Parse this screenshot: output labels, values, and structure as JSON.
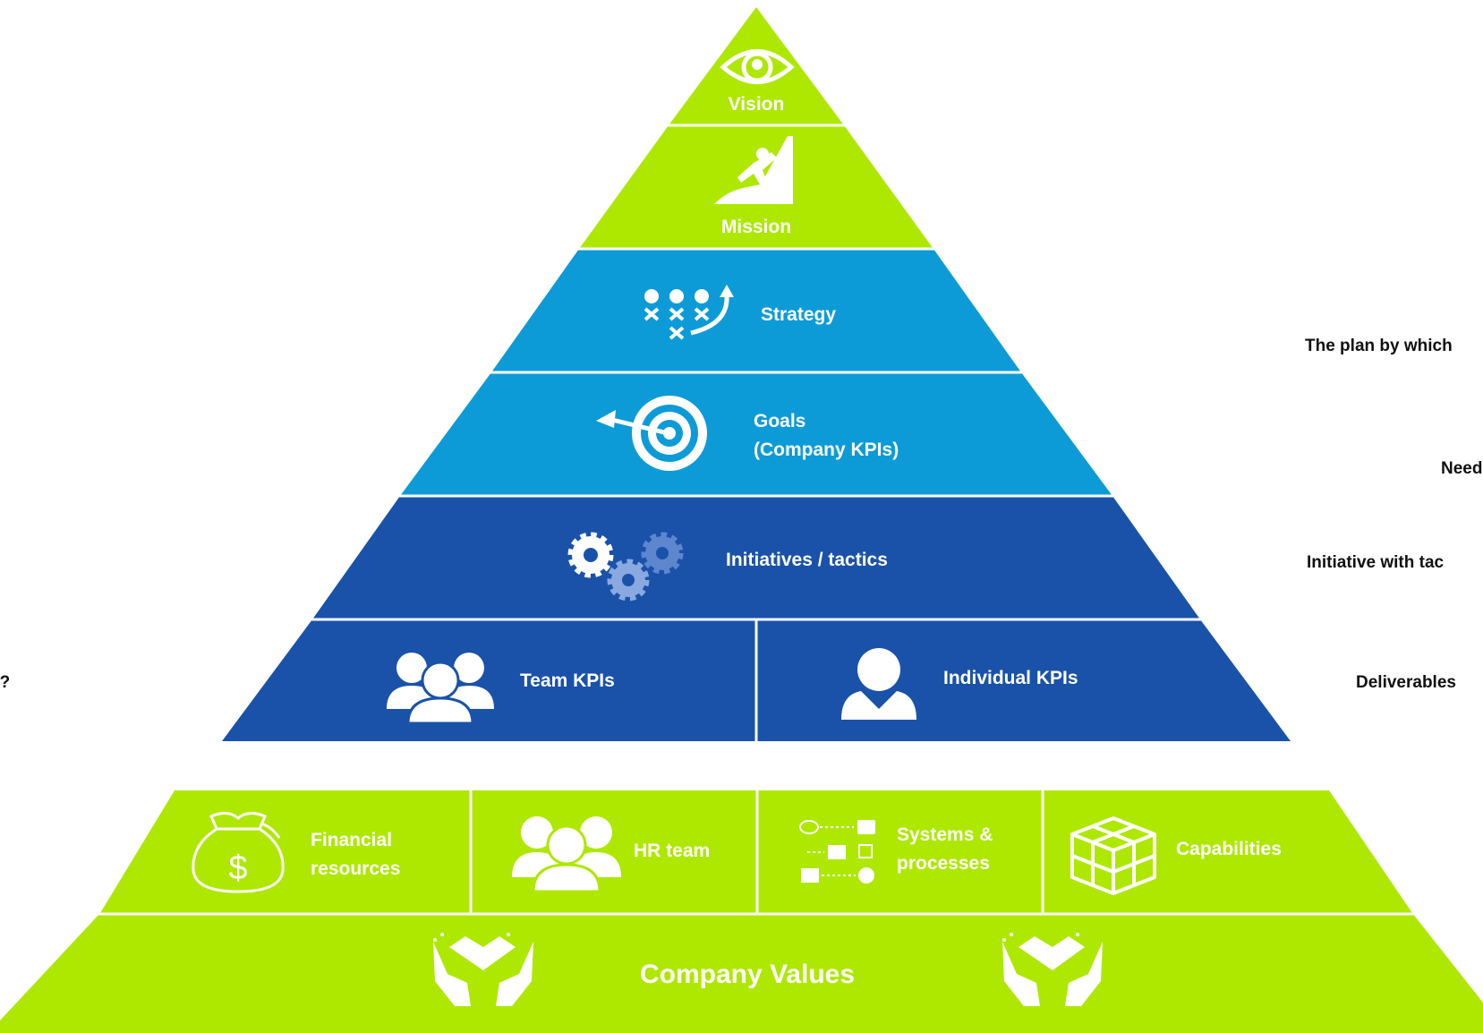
{
  "colors": {
    "lime": "#aee800",
    "light_blue": "#0d9bd8",
    "dark_blue": "#1a52aa",
    "separator": "#ffffff",
    "side_text": "#111111"
  },
  "pyramid": {
    "vision": {
      "label": "Vision",
      "icon": "eye-icon"
    },
    "mission": {
      "label": "Mission",
      "icon": "climber-icon"
    },
    "strategy": {
      "label": "Strategy",
      "icon": "playbook-icon"
    },
    "goals": {
      "label_line1": "Goals",
      "label_line2": "(Company KPIs)",
      "icon": "target-icon"
    },
    "initiatives": {
      "label": "Initiatives / tactics",
      "icon": "gears-icon"
    },
    "team_kpis": {
      "label": "Team KPIs",
      "icon": "team-icon"
    },
    "individual_kpis": {
      "label": "Individual KPIs",
      "icon": "person-icon"
    }
  },
  "foundation": {
    "financial": {
      "label_line1": "Financial",
      "label_line2": "resources",
      "icon": "money-bag-icon"
    },
    "hr": {
      "label": "HR team",
      "icon": "team-icon"
    },
    "systems": {
      "label_line1": "Systems &",
      "label_line2": "processes",
      "icon": "flowchart-icon"
    },
    "capabilities": {
      "label": "Capabilities",
      "icon": "cubes-icon"
    },
    "values": {
      "label": "Company Values",
      "icon": "hands-heart-icon"
    }
  },
  "side_notes": {
    "strategy_note": "The plan by which",
    "goals_note": "Need",
    "initiatives_note": "Initiative with tac",
    "deliverables_note": "Deliverables",
    "left_fragment": "o?"
  }
}
